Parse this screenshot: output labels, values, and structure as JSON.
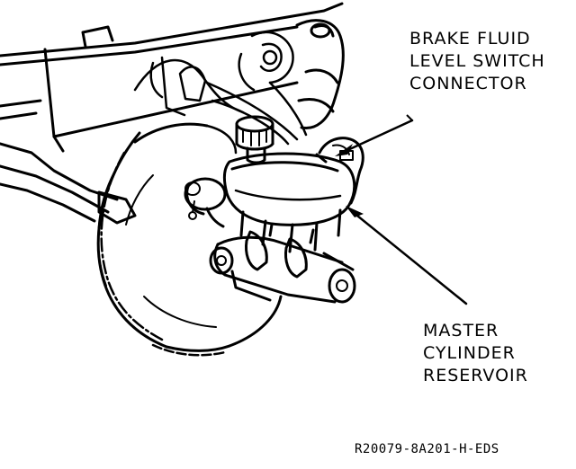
{
  "callouts": {
    "switch": {
      "lines": [
        "BRAKE FLUID",
        "LEVEL SWITCH",
        "CONNECTOR"
      ]
    },
    "reservoir": {
      "lines": [
        "MASTER",
        "CYLINDER",
        "RESERVOIR"
      ]
    }
  },
  "figure_code": "R20079-8A201-H-EDS",
  "colors": {
    "ink": "#000000",
    "paper": "#ffffff"
  }
}
